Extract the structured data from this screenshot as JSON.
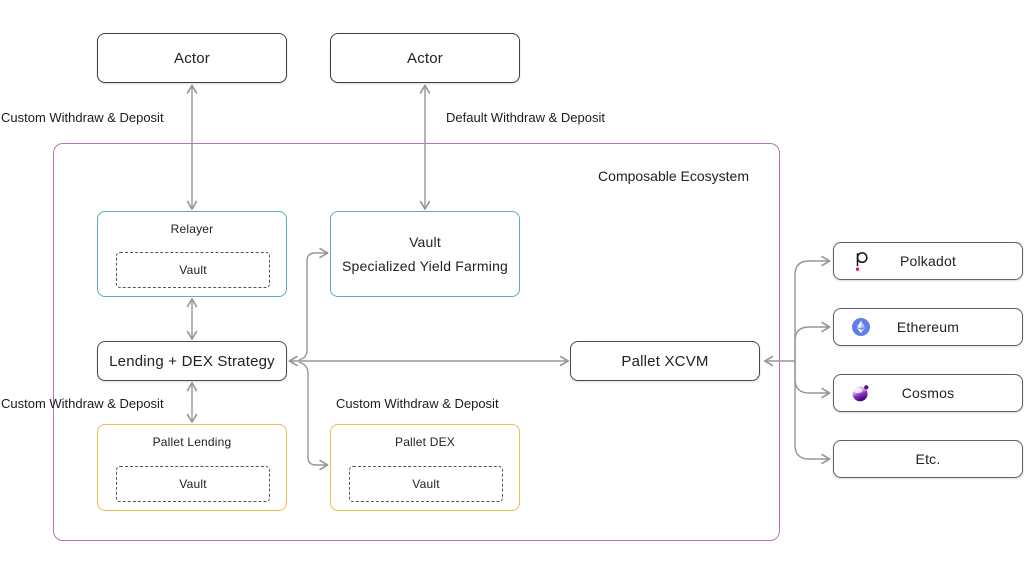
{
  "ecosystem": {
    "label": "Composable Ecosystem"
  },
  "nodes": {
    "actor1": {
      "label": "Actor"
    },
    "actor2": {
      "label": "Actor"
    },
    "relayer": {
      "title": "Relayer",
      "vault_label": "Vault"
    },
    "vault_yield_farming": {
      "line1": "Vault",
      "line2": "Specialized Yield Farming"
    },
    "lending_dex_strategy": {
      "label": "Lending + DEX Strategy"
    },
    "pallet_lending": {
      "title": "Pallet Lending",
      "vault_label": "Vault"
    },
    "pallet_dex": {
      "title": "Pallet DEX",
      "vault_label": "Vault"
    },
    "pallet_xcvm": {
      "label": "Pallet XCVM"
    }
  },
  "chains": [
    {
      "label": "Polkadot",
      "icon": "polkadot-icon"
    },
    {
      "label": "Ethereum",
      "icon": "ethereum-icon"
    },
    {
      "label": "Cosmos",
      "icon": "cosmos-icon"
    },
    {
      "label": "Etc.",
      "icon": ""
    }
  ],
  "edge_labels": [
    {
      "text": "Custom Withdraw & Deposit"
    },
    {
      "text": "Default Withdraw & Deposit"
    },
    {
      "text": "Custom Withdraw & Deposit"
    },
    {
      "text": "Custom Withdraw & Deposit"
    }
  ],
  "colors": {
    "ecosystem_border": "#c06cb8",
    "vault_group_border": "#5ca8c4",
    "pallet_group_border": "#eebf4d",
    "connector": "#9b9595",
    "polkadot_dot": "#e6007a",
    "ethereum_blue": "#627eea",
    "cosmos_purple": "#7a16a8"
  }
}
